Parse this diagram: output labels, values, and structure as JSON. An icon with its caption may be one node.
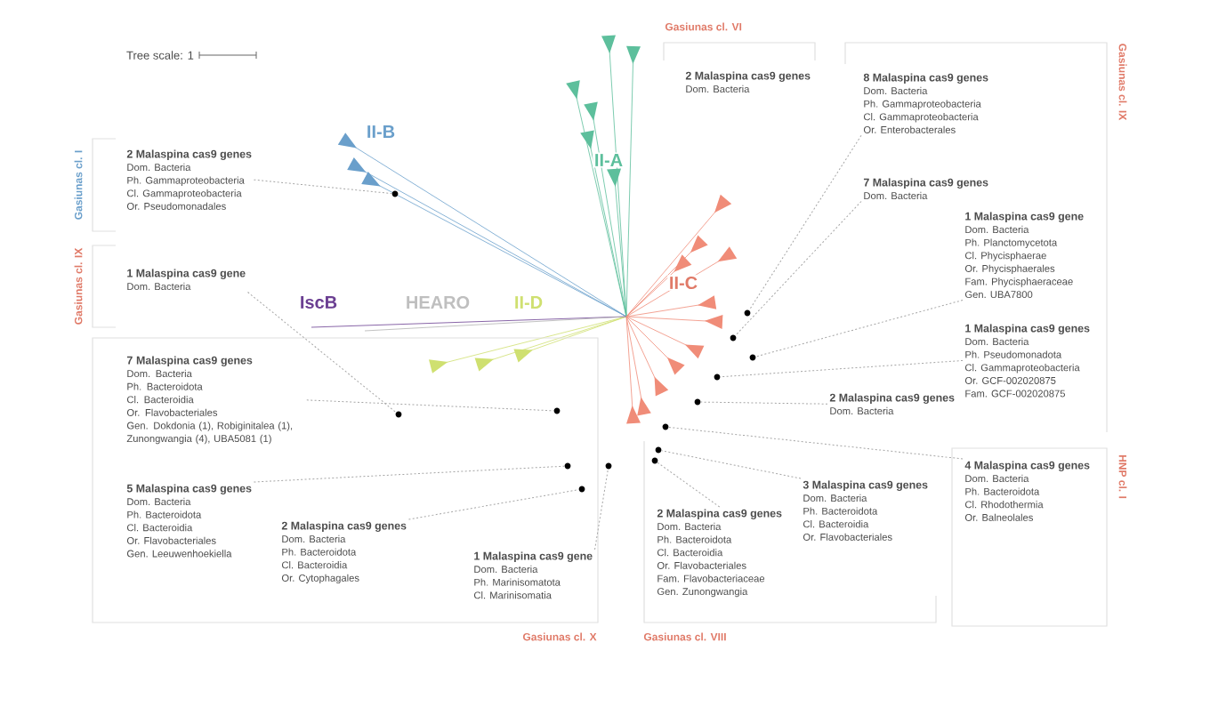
{
  "diagram": {
    "nodes": [
      {
        "text": [
          "Gasiunas cl. I"
        ]
      },
      {
        "text": [
          "2 Malaspina cas9 genes",
          "Dom. Bacteria",
          "Ph. Gammaproteobacteria",
          "Cl. Gammaproteobacteria",
          "Or. Pseudomonadales"
        ]
      },
      {
        "text": [
          "Gasiunas cl. IX"
        ]
      },
      {
        "text": [
          "1 Malaspina cas9 gene",
          "Dom. Bacteria"
        ]
      },
      {
        "text": [
          "Gasiunas cl. X"
        ]
      },
      {
        "text": [
          "7 Malaspina cas9 genes",
          "Dom. Bacteria",
          "Ph. Bacteroidota",
          "Cl. Bacteroidia",
          "Or. Flavobacteriales",
          "Gen. Dokdonia (1), Robiginitalea (1), Zunongwangia (4), UBA5081 (1)"
        ],
        "in": 4
      },
      {
        "text": [
          "5 Malaspina cas9 genes",
          "Dom. Bacteria",
          "Ph. Bacteroidota",
          "Cl. Bacteroidia",
          "Or. Flavobacteriales",
          "Gen. Leeuwenhoekiella"
        ],
        "in": 4
      },
      {
        "text": [
          "2 Malaspina cas9 genes",
          "Dom. Bacteria",
          "Ph. Bacteroidota",
          "Cl. Bacteroidia",
          "Or. Cytophagales"
        ],
        "in": 4
      },
      {
        "text": [
          "1 Malaspina cas9 gene",
          "Dom. Bacteria",
          "Ph. Marinisomatota",
          "Cl. Marinisomatia"
        ],
        "in": 4
      },
      {
        "text": [
          "Gasiunas cl. VI"
        ]
      },
      {
        "text": [
          "2 Malaspina cas9 genes",
          "Dom. Bacteria"
        ]
      },
      {
        "text": [
          "Gasiunas cl. IX"
        ]
      },
      {
        "text": [
          "8 Malaspina cas9 genes",
          "Dom. Bacteria",
          "Ph. Gammaproteobacteria",
          "Cl. Gammaproteobacteria",
          "Or. Enterobacterales"
        ],
        "in": 11
      },
      {
        "text": [
          "7 Malaspina cas9 genes",
          "Dom. Bacteria"
        ],
        "in": 11
      },
      {
        "text": [
          "1 Malaspina cas9 gene",
          "Dom. Bacteria",
          "Ph. Planctomycetota",
          "Cl. Phycisphaerae",
          "Or. Phycisphaerales",
          "Fam. Phycisphaeraceae",
          "Gen. UBA7800"
        ],
        "in": 11
      },
      {
        "text": [
          "1 Malaspina cas9 genes",
          "Dom. Bacteria",
          "Ph. Pseudomonadota",
          "Cl. Gammaproteobacteria",
          "Or. GCF-002020875",
          "Fam. GCF-002020875"
        ],
        "in": 11
      },
      {
        "text": [
          "2 Malaspina cas9 genes",
          "Dom. Bacteria"
        ]
      },
      {
        "text": [
          "Gasiunas cl. VIII"
        ]
      },
      {
        "text": [
          "3 Malaspina cas9 genes",
          "Dom. Bacteria",
          "Ph. Bacteroidota",
          "Cl. Bacteroidia",
          "Or. Flavobacteriales"
        ],
        "in": 17
      },
      {
        "text": [
          "2 Malaspina cas9 genes",
          "Dom. Bacteria",
          "Ph. Bacteroidota",
          "Cl. Bacteroidia",
          "Or. Flavobacteriales",
          "Fam. Flavobacteriaceae",
          "Gen. Zunongwangia"
        ],
        "in": 17
      },
      {
        "text": [
          "HNP cl. I"
        ]
      },
      {
        "text": [
          "4 Malaspina cas9 genes",
          "Dom. Bacteria",
          "Ph. Bacteroidota",
          "Cl. Rhodothermia",
          "Or. Balneolales"
        ],
        "in": 20
      },
      {
        "text": [],
        "shape": "circle"
      },
      {
        "text": [],
        "shape": "circle",
        "in": 4
      },
      {
        "text": [],
        "shape": "circle",
        "in": 4
      },
      {
        "text": [],
        "shape": "circle",
        "in": 4
      },
      {
        "text": [],
        "shape": "circle",
        "in": 4
      },
      {
        "text": [],
        "shape": "circle"
      },
      {
        "text": [],
        "shape": "circle"
      },
      {
        "text": [],
        "shape": "circle"
      },
      {
        "text": [],
        "shape": "circle"
      },
      {
        "text": [],
        "shape": "circle"
      },
      {
        "text": [],
        "shape": "circle"
      },
      {
        "text": [],
        "shape": "circle",
        "in": 17
      },
      {
        "text": [],
        "shape": "circle",
        "in": 17
      },
      {
        "text": [],
        "shape": "circle"
      }
    ],
    "edges": [
      {
        "from": 1,
        "to": 22,
        "arrow": "none",
        "style": "dashed"
      },
      {
        "from": 3,
        "to": 23,
        "arrow": "none",
        "style": "dashed"
      },
      {
        "from": 5,
        "to": 24,
        "arrow": "none",
        "style": "dashed"
      },
      {
        "from": 6,
        "to": 25,
        "arrow": "none",
        "style": "dashed"
      },
      {
        "from": 7,
        "to": 26,
        "arrow": "none",
        "style": "dashed"
      },
      {
        "from": 8,
        "to": 27,
        "arrow": "none",
        "style": "dashed"
      },
      {
        "from": 12,
        "to": 28,
        "arrow": "none",
        "style": "dashed"
      },
      {
        "from": 13,
        "to": 29,
        "arrow": "none",
        "style": "dashed"
      },
      {
        "from": 14,
        "to": 30,
        "arrow": "none",
        "style": "dashed"
      },
      {
        "from": 15,
        "to": 31,
        "arrow": "none",
        "style": "dashed"
      },
      {
        "from": 16,
        "to": 32,
        "arrow": "none",
        "style": "dashed"
      },
      {
        "from": 18,
        "to": 33,
        "arrow": "none",
        "style": "dashed"
      },
      {
        "from": 19,
        "to": 34,
        "arrow": "none",
        "style": "dashed"
      },
      {
        "from": 21,
        "to": 35,
        "arrow": "none",
        "style": "dashed"
      }
    ],
    "labels": [
      "Tree scale: 1",
      "II-B",
      "II-A",
      "II-C",
      "IscB",
      "HEARO",
      "II-D"
    ]
  }
}
